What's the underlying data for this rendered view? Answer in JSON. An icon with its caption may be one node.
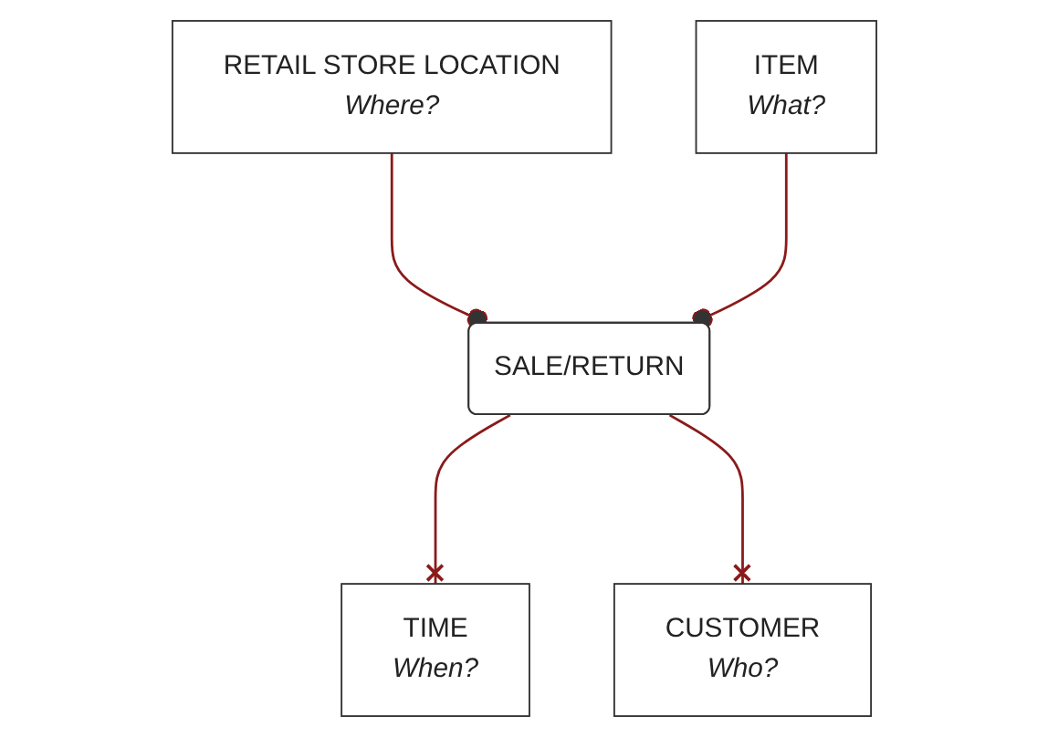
{
  "diagram": {
    "nodes": [
      {
        "text": [
          "RETAIL STORE LOCATION",
          "Where?"
        ]
      },
      {
        "text": [
          "ITEM",
          "What?"
        ]
      },
      {
        "text": [
          "SALE/RETURN"
        ]
      },
      {
        "text": [
          "TIME",
          "When?"
        ]
      },
      {
        "text": [
          "CUSTOMER",
          "Who?"
        ]
      }
    ],
    "edges": [
      {
        "from": 0,
        "to": 2,
        "arrow": "other"
      },
      {
        "from": 1,
        "to": 2,
        "arrow": "other"
      },
      {
        "from": 2,
        "to": 3,
        "arrow": "other"
      },
      {
        "from": 2,
        "to": 4,
        "arrow": "other"
      }
    ]
  }
}
